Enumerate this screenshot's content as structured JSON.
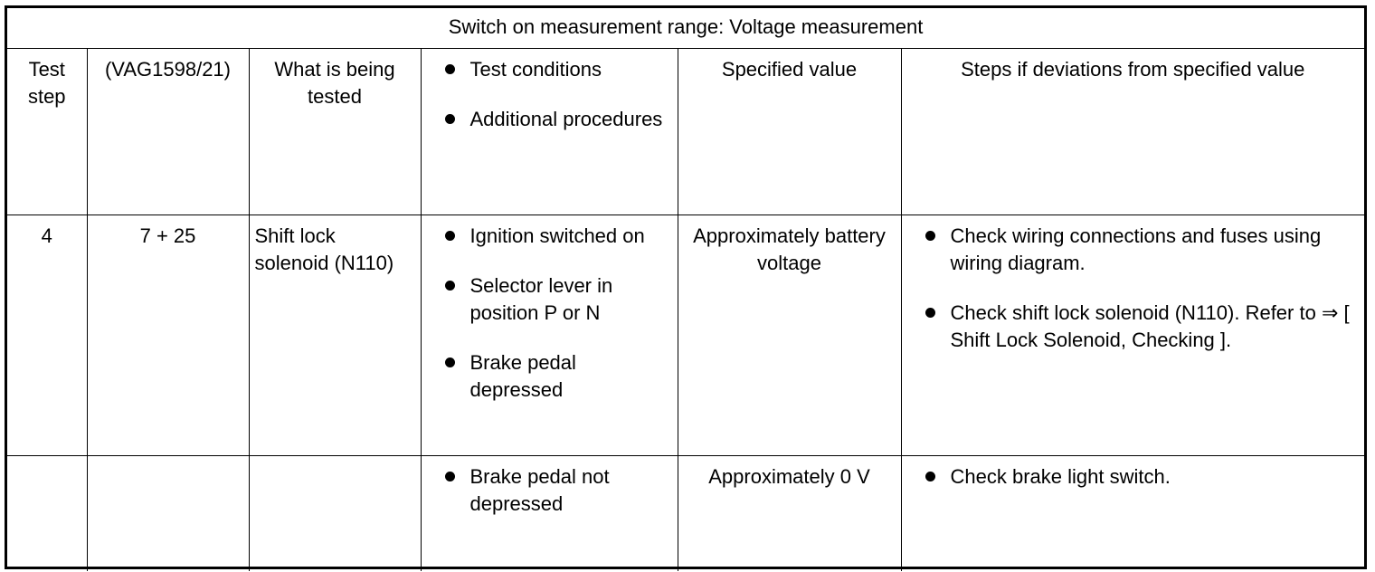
{
  "title": "Switch on measurement range: Voltage measurement",
  "headers": {
    "test_step": "Test step",
    "vag": "(VAG1598/21)",
    "what": "What is being tested",
    "conditions": [
      "Test conditions",
      "Additional procedures"
    ],
    "specified": "Specified value",
    "steps": "Steps if deviations from specified value"
  },
  "rows": [
    {
      "test_step": "4",
      "vag": "7 + 25",
      "what": "Shift lock solenoid (N110)",
      "conditions": [
        "Ignition switched on",
        "Selector lever in position P or N",
        "Brake pedal depressed"
      ],
      "specified": "Approximately battery voltage",
      "steps": [
        "Check wiring connections and fuses using wiring diagram.",
        "Check shift lock solenoid (N110). Refer to ⇒ [ Shift Lock Solenoid, Checking ]."
      ]
    },
    {
      "test_step": "",
      "vag": "",
      "what": "",
      "conditions": [
        "Brake pedal not depressed"
      ],
      "specified": "Approximately 0 V",
      "steps": [
        "Check brake light switch."
      ]
    }
  ]
}
